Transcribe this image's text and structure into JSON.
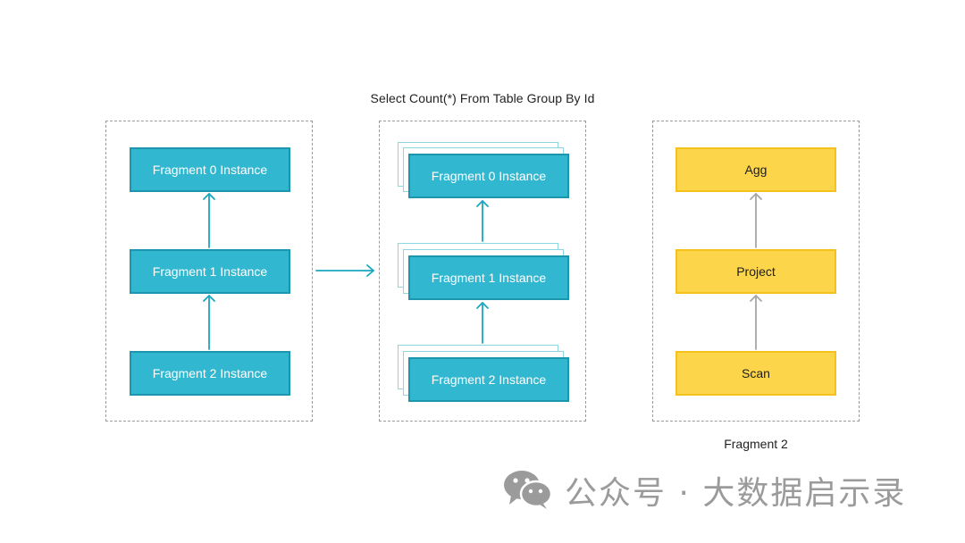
{
  "title": "Select Count(*) From Table Group By Id",
  "left_panel": {
    "nodes": [
      "Fragment 0 Instance",
      "Fragment 1 Instance",
      "Fragment 2 Instance"
    ]
  },
  "middle_panel": {
    "nodes": [
      "Fragment 0 Instance",
      "Fragment 1 Instance",
      "Fragment 2 Instance"
    ]
  },
  "right_panel": {
    "nodes": [
      "Agg",
      "Project",
      "Scan"
    ],
    "caption": "Fragment 2"
  },
  "colors": {
    "fragment_fill": "#31b7cf",
    "fragment_border": "#1b96ac",
    "operator_fill": "#fdd54b",
    "operator_border": "#f5c21d",
    "arrow_blue": "#1aa6c0",
    "arrow_gray": "#a6a6a6"
  },
  "watermark": {
    "text": "公众号 · 大数据启示录",
    "icon": "wechat-icon"
  }
}
